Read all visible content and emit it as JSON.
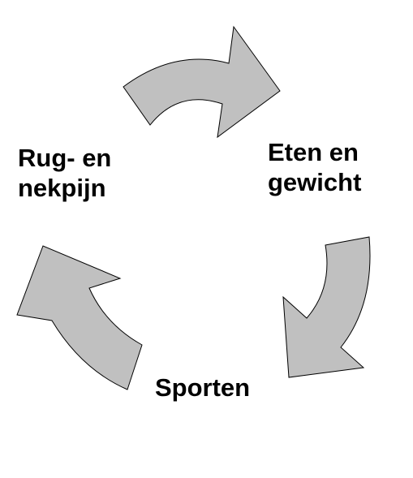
{
  "diagram": {
    "type": "cycle",
    "nodes": [
      {
        "id": "rug",
        "lines": [
          "Rug- en",
          "nekpijn"
        ]
      },
      {
        "id": "eten",
        "lines": [
          "Eten en",
          "gewicht"
        ]
      },
      {
        "id": "sporten",
        "lines": [
          "Sporten"
        ]
      }
    ],
    "arrows": [
      {
        "from": "rug",
        "to": "eten"
      },
      {
        "from": "eten",
        "to": "sporten"
      },
      {
        "from": "sporten",
        "to": "rug"
      }
    ],
    "colors": {
      "arrow_fill": "#c0c0c0",
      "arrow_stroke": "#000000",
      "label": "#000000",
      "background": "#ffffff"
    }
  }
}
